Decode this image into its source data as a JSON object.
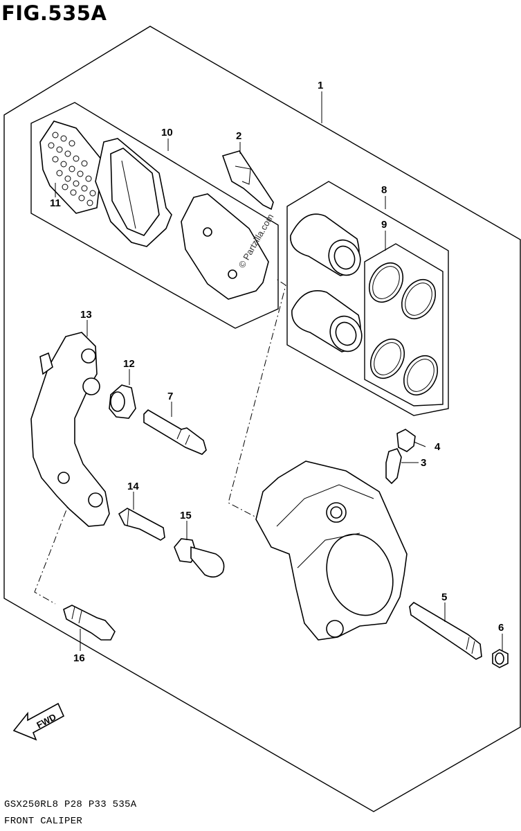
{
  "figure": {
    "title": "FIG.535A"
  },
  "callouts": [
    "1",
    "2",
    "3",
    "4",
    "5",
    "6",
    "7",
    "8",
    "9",
    "10",
    "11",
    "12",
    "13",
    "14",
    "15",
    "16"
  ],
  "watermark": "© Partzilla.com",
  "direction": {
    "label": "FWD"
  },
  "footer": {
    "code": "GSX250RL8  P28  P33  535A",
    "name": "FRONT CALIPER"
  }
}
